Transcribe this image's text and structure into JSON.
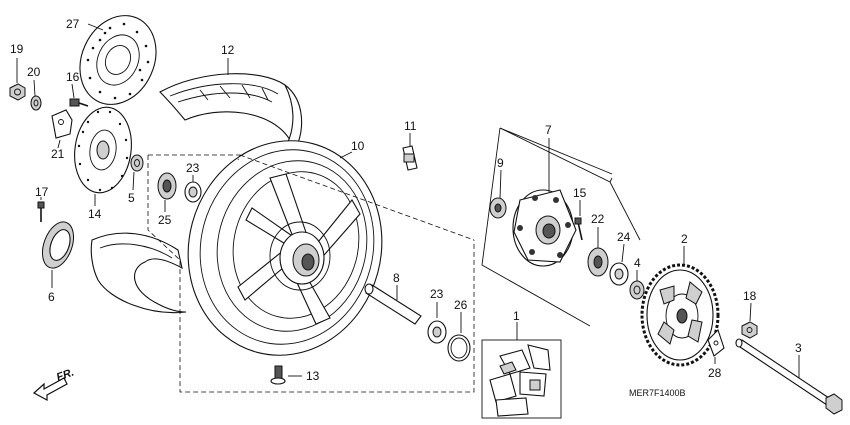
{
  "diagram": {
    "code": "MER7F1400B",
    "direction": "FR.",
    "callouts": [
      {
        "id": "c27",
        "text": "27"
      },
      {
        "id": "c19",
        "text": "19"
      },
      {
        "id": "c20",
        "text": "20"
      },
      {
        "id": "c16",
        "text": "16"
      },
      {
        "id": "c21",
        "text": "21"
      },
      {
        "id": "c14",
        "text": "14"
      },
      {
        "id": "c5",
        "text": "5"
      },
      {
        "id": "c17",
        "text": "17"
      },
      {
        "id": "c6",
        "text": "6"
      },
      {
        "id": "c12",
        "text": "12"
      },
      {
        "id": "c23a",
        "text": "23"
      },
      {
        "id": "c25",
        "text": "25"
      },
      {
        "id": "c10",
        "text": "10"
      },
      {
        "id": "c11",
        "text": "11"
      },
      {
        "id": "c8",
        "text": "8"
      },
      {
        "id": "c23b",
        "text": "23"
      },
      {
        "id": "c26",
        "text": "26"
      },
      {
        "id": "c13",
        "text": "13"
      },
      {
        "id": "c1",
        "text": "1"
      },
      {
        "id": "c7",
        "text": "7"
      },
      {
        "id": "c9",
        "text": "9"
      },
      {
        "id": "c15",
        "text": "15"
      },
      {
        "id": "c22",
        "text": "22"
      },
      {
        "id": "c24",
        "text": "24"
      },
      {
        "id": "c4",
        "text": "4"
      },
      {
        "id": "c2",
        "text": "2"
      },
      {
        "id": "c18",
        "text": "18"
      },
      {
        "id": "c3",
        "text": "3"
      },
      {
        "id": "c28",
        "text": "28"
      }
    ]
  }
}
